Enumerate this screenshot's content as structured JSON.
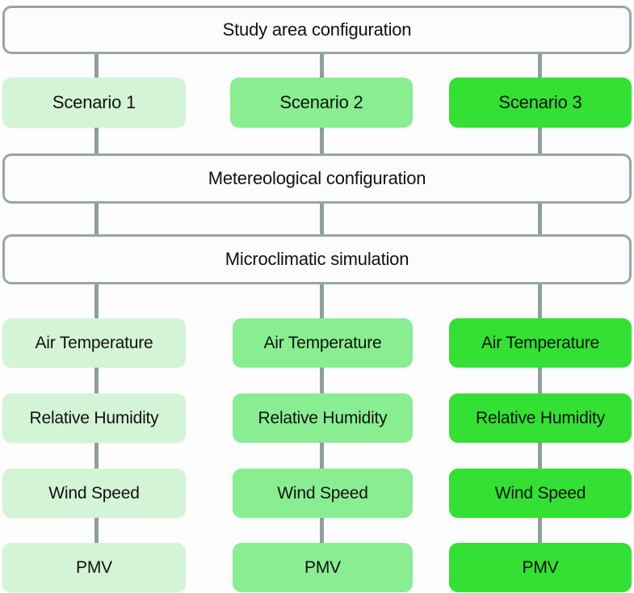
{
  "diagram": {
    "title_box": {
      "label": "Study area configuration"
    },
    "process_boxes": [
      {
        "label": "Metereological configuration"
      },
      {
        "label": "Microclimatic simulation"
      }
    ],
    "columns": [
      {
        "scenario": "Scenario 1",
        "tone": "light",
        "color": "#d4f4d6"
      },
      {
        "scenario": "Scenario 2",
        "tone": "medium",
        "color": "#89ee91"
      },
      {
        "scenario": "Scenario 3",
        "tone": "bright",
        "color": "#33e033"
      }
    ],
    "output_rows": [
      {
        "label": "Air Temperature"
      },
      {
        "label": "Relative Humidity"
      },
      {
        "label": "Wind Speed"
      },
      {
        "label": "PMV"
      }
    ],
    "outputs": [
      [
        "Air Temperature",
        "Relative Humidity",
        "Wind Speed",
        "PMV"
      ],
      [
        "Air Temperature",
        "Relative Humidity",
        "Wind Speed",
        "PMV"
      ],
      [
        "Air Temperature",
        "Relative Humidity",
        "Wind Speed",
        "PMV"
      ]
    ],
    "colors": {
      "connector": "#8f9e9e",
      "outline_border": "#96a7a6",
      "outline_fill": "#fcfcfc",
      "text": "#111111",
      "background": "#fdfdfd"
    }
  }
}
